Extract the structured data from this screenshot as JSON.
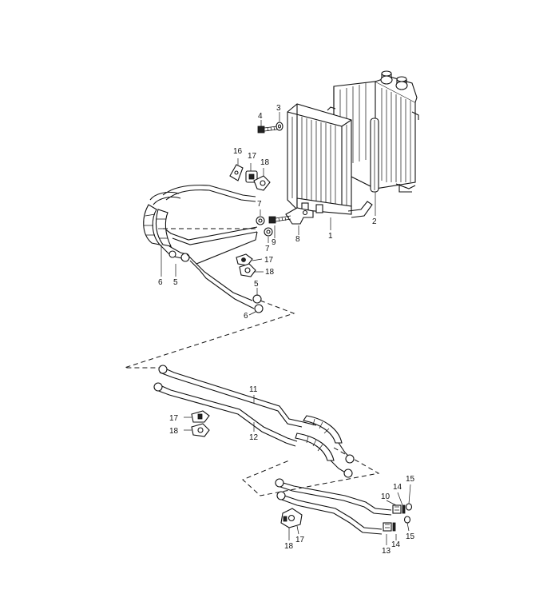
{
  "callouts": [
    {
      "id": "c1",
      "text": "1"
    },
    {
      "id": "c2",
      "text": "2"
    },
    {
      "id": "c3",
      "text": "3"
    },
    {
      "id": "c4",
      "text": "4"
    },
    {
      "id": "c5a",
      "text": "5"
    },
    {
      "id": "c5b",
      "text": "5"
    },
    {
      "id": "c6a",
      "text": "6"
    },
    {
      "id": "c6b",
      "text": "6"
    },
    {
      "id": "c7a",
      "text": "7"
    },
    {
      "id": "c7b",
      "text": "7"
    },
    {
      "id": "c8",
      "text": "8"
    },
    {
      "id": "c9",
      "text": "9"
    },
    {
      "id": "c10",
      "text": "10"
    },
    {
      "id": "c11",
      "text": "11"
    },
    {
      "id": "c12",
      "text": "12"
    },
    {
      "id": "c13",
      "text": "13"
    },
    {
      "id": "c14a",
      "text": "14"
    },
    {
      "id": "c14b",
      "text": "14"
    },
    {
      "id": "c15a",
      "text": "15"
    },
    {
      "id": "c15b",
      "text": "15"
    },
    {
      "id": "c16",
      "text": "16"
    },
    {
      "id": "c17a",
      "text": "17"
    },
    {
      "id": "c17b",
      "text": "17"
    },
    {
      "id": "c17c",
      "text": "17"
    },
    {
      "id": "c17d",
      "text": "17"
    },
    {
      "id": "c18a",
      "text": "18"
    },
    {
      "id": "c18b",
      "text": "18"
    },
    {
      "id": "c18c",
      "text": "18"
    },
    {
      "id": "c18d",
      "text": "18"
    }
  ]
}
